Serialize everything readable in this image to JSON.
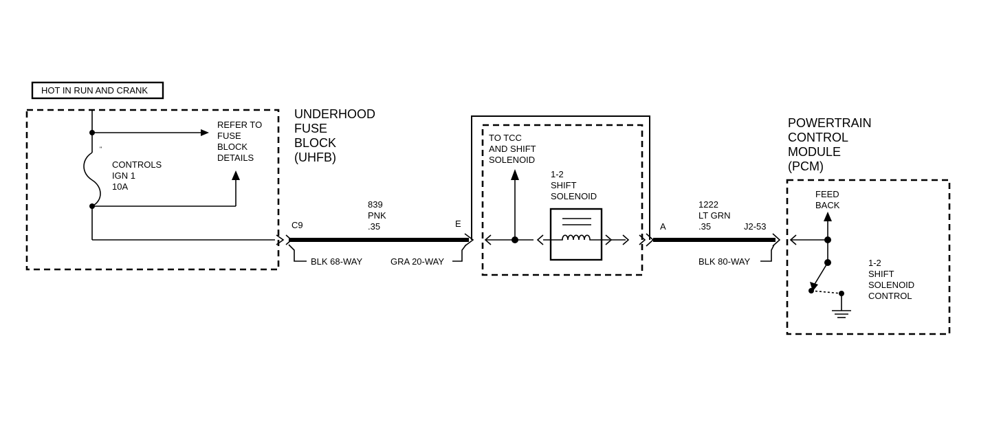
{
  "power_label": "HOT IN RUN AND CRANK",
  "fuse": {
    "label_line1": "CONTROLS",
    "label_line2": "IGN 1",
    "label_line3": "10A",
    "refer_line1": "REFER TO",
    "refer_line2": "FUSE",
    "refer_line3": "BLOCK",
    "refer_line4": "DETAILS"
  },
  "uhfb": {
    "line1": "UNDERHOOD",
    "line2": "FUSE",
    "line3": "BLOCK",
    "line4": "(UHFB)"
  },
  "wire_839": {
    "circuit": "839",
    "color": "PNK",
    "gauge": ".35",
    "pin_left": "C9",
    "pin_right": "E",
    "connector_left": "BLK 68-WAY",
    "connector_right": "GRA 20-WAY"
  },
  "solenoid": {
    "to_line1": "TO TCC",
    "to_line2": "AND SHIFT",
    "to_line3": "SOLENOID",
    "name_line1": "1-2",
    "name_line2": "SHIFT",
    "name_line3": "SOLENOID"
  },
  "wire_1222": {
    "circuit": "1222",
    "color": "LT GRN",
    "gauge": ".35",
    "pin_left": "A",
    "pin_right": "J2-53",
    "connector": "BLK 80-WAY"
  },
  "pcm": {
    "line1": "POWERTRAIN",
    "line2": "CONTROL",
    "line3": "MODULE",
    "line4": "(PCM)",
    "feed_line1": "FEED",
    "feed_line2": "BACK",
    "ctrl_line1": "1-2",
    "ctrl_line2": "SHIFT",
    "ctrl_line3": "SOLENOID",
    "ctrl_line4": "CONTROL"
  }
}
